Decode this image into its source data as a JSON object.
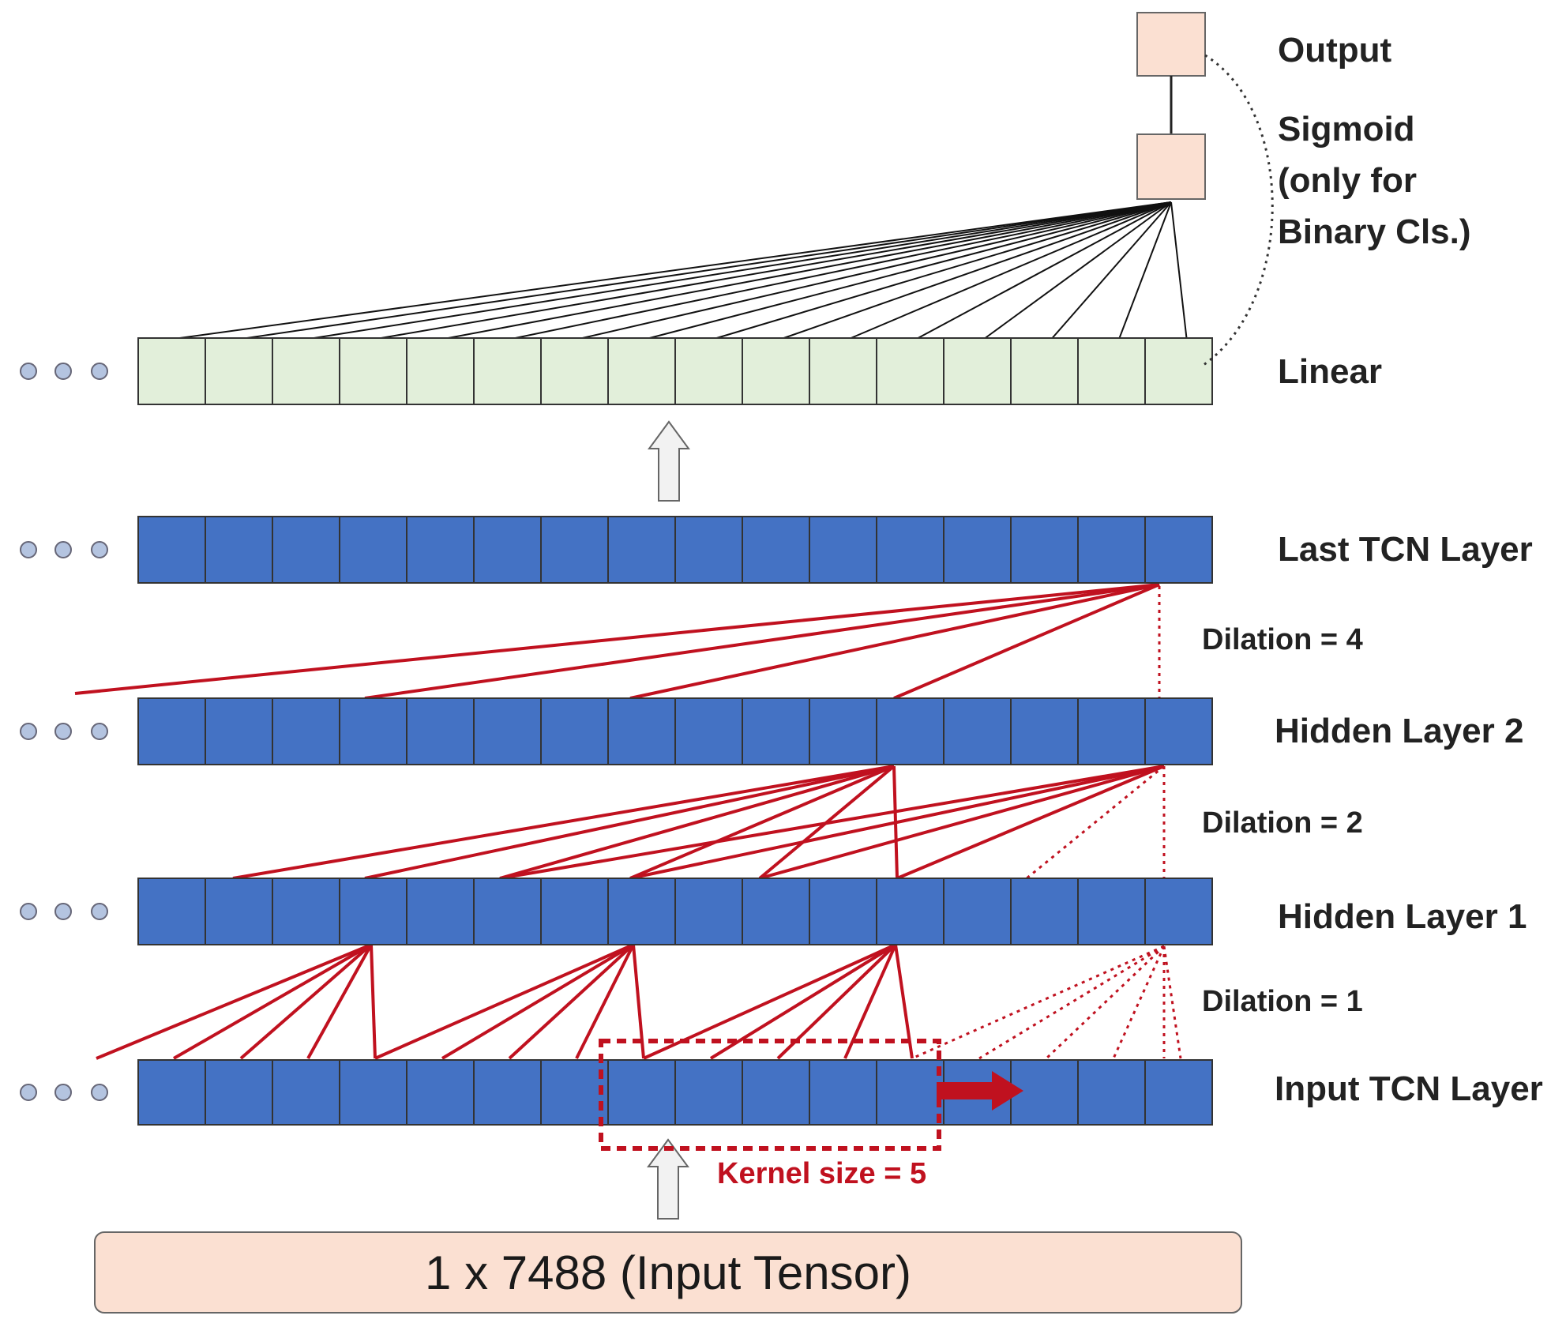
{
  "labels": {
    "output": "Output",
    "sigmoid_1": "Sigmoid",
    "sigmoid_2": "(only for",
    "sigmoid_3": "Binary Cls.)",
    "linear": "Linear",
    "last_tcn": "Last TCN Layer",
    "hidden2": "Hidden Layer 2",
    "hidden1": "Hidden Layer 1",
    "input_tcn": "Input TCN Layer",
    "dilation4": "Dilation = 4",
    "dilation2": "Dilation = 2",
    "dilation1": "Dilation = 1",
    "kernel": "Kernel size = 5",
    "input_tensor": "1 x 7488 (Input Tensor)"
  },
  "layers": {
    "cells_per_row": 16,
    "kernel_size": 5,
    "dilations": [
      1,
      2,
      4
    ]
  },
  "colors": {
    "tcn_cell": "#4472c4",
    "linear_cell": "#e2efda",
    "output_box": "#fbe0d2",
    "connection_red": "#c0111f",
    "ellipsis_dot": "#b4c4e0"
  }
}
